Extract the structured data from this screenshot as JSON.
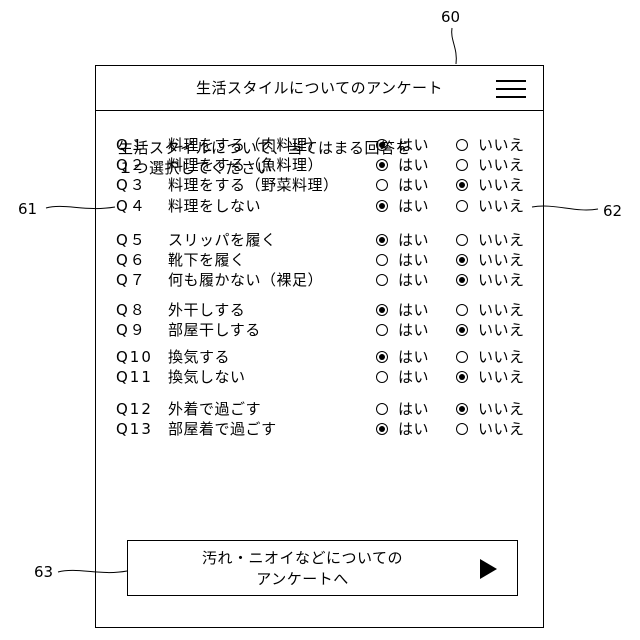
{
  "refs": {
    "device": "60",
    "questions": "61",
    "answers": "62",
    "next_button": "63"
  },
  "header": {
    "title": "生活スタイルについてのアンケート",
    "menu_icon": "hamburger-menu-icon"
  },
  "intro": {
    "line1": "生活スタイルについて、当てはまる回答を",
    "line2": "１つ選択してください"
  },
  "options": {
    "yes": "はい",
    "no": "いいえ"
  },
  "questions": [
    {
      "num": "Q１",
      "text": "料理をする（肉料理）",
      "answer": "yes"
    },
    {
      "num": "Q２",
      "text": "料理をする（魚料理）",
      "answer": "yes"
    },
    {
      "num": "Q３",
      "text": "料理をする（野菜料理）",
      "answer": "no"
    },
    {
      "num": "Q４",
      "text": "料理をしない",
      "answer": "yes"
    },
    {
      "num": "Q５",
      "text": "スリッパを履く",
      "answer": "yes"
    },
    {
      "num": "Q６",
      "text": "靴下を履く",
      "answer": "no"
    },
    {
      "num": "Q７",
      "text": "何も履かない（裸足）",
      "answer": "no"
    },
    {
      "num": "Q８",
      "text": "外干しする",
      "answer": "yes"
    },
    {
      "num": "Q９",
      "text": "部屋干しする",
      "answer": "no"
    },
    {
      "num": "Q10",
      "text": "換気する",
      "answer": "yes"
    },
    {
      "num": "Q11",
      "text": "換気しない",
      "answer": "no"
    },
    {
      "num": "Q12",
      "text": "外着で過ごす",
      "answer": "no"
    },
    {
      "num": "Q13",
      "text": "部屋着で過ごす",
      "answer": "yes"
    }
  ],
  "next_button": {
    "label": "汚れ・ニオイなどについての\nアンケートへ",
    "icon": "play-arrow-icon"
  }
}
